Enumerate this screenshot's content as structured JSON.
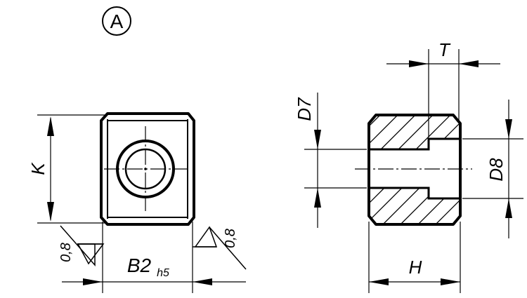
{
  "view_marker": "A",
  "front_view": {
    "height_label": "K",
    "width_label": "B2",
    "width_tolerance": "h5",
    "roughness_left": "0,8",
    "roughness_right": "0,8"
  },
  "section_view": {
    "top_label": "T",
    "bore_label": "D7",
    "counterbore_label": "D8",
    "length_label": "H"
  }
}
